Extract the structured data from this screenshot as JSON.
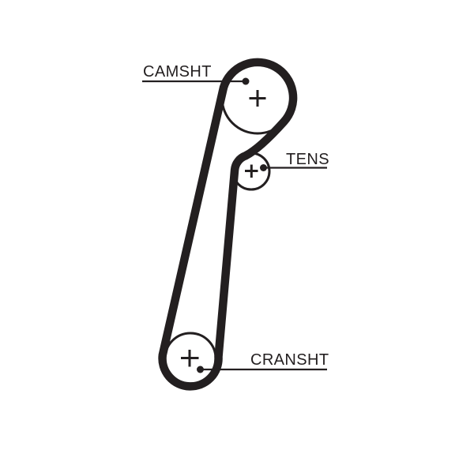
{
  "diagram": {
    "description": "Timing belt routing diagram",
    "background_color": "#ffffff",
    "ink_color": "#231f20",
    "pulleys": [
      {
        "id": "camshaft",
        "label": "CAMSHT"
      },
      {
        "id": "tensioner",
        "label": "TENS"
      },
      {
        "id": "crankshaft",
        "label": "CRANSHT"
      }
    ]
  }
}
